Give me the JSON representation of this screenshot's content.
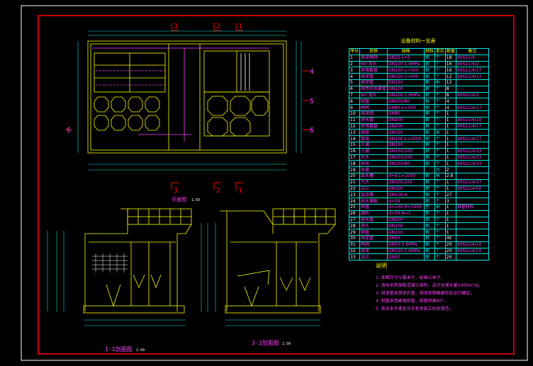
{
  "colors": {
    "background": "#000000",
    "frame": "#ff0000",
    "drawing_border": "#ffffff",
    "structure": "#ffff00",
    "dimension": "#00e5e5",
    "text": "#ff40ff",
    "annotation_white": "#ffffff",
    "section_mark": "#ff0000"
  },
  "plan": {
    "section_labels_top": [
      "3",
      "2",
      "1"
    ],
    "section_labels_bottom": [
      "3",
      "2",
      "1"
    ],
    "axis_labels_right": [
      "4",
      "5",
      "6"
    ],
    "axis_label_left": "6",
    "title": "平面图",
    "scale": "1:50"
  },
  "sections": [
    {
      "title": "1-1剖面图",
      "scale": "1:50"
    },
    {
      "title": "3-3剖面图",
      "scale": "1:50"
    }
  ],
  "table": {
    "title": "设备材料一览表",
    "headers": [
      "序号",
      "名称",
      "规格",
      "材料",
      "单位",
      "数量",
      "备注"
    ],
    "rows": [
      [
        "1",
        "排泥闸阀",
        "DN50 L=5",
        "钢",
        "个",
        "18",
        "90S21/4"
      ],
      [
        "2",
        "90°弯头",
        "DN150 1.6MPa",
        "钢",
        "个",
        "16",
        "90S21/4/2"
      ],
      [
        "3",
        "穿墙套管",
        "DN150 L=300",
        "钢",
        "个",
        "16",
        "90S21/4/17"
      ],
      [
        "4",
        "排泥管",
        "DN150 L=500",
        "钢",
        "个",
        "12",
        "90S21/4/17"
      ],
      [
        "5",
        "排泥管",
        "DN150",
        "钢",
        "米",
        "12",
        ""
      ],
      [
        "6",
        "刚性防水套管",
        "DN100",
        "钢",
        "个",
        "8",
        ""
      ],
      [
        "7",
        "90°弯头",
        "DN100 1.6MPa",
        "钢",
        "个",
        "8",
        "90S21/4/2"
      ],
      [
        "8",
        "短管",
        "DN100/80",
        "钢",
        "个",
        "4",
        ""
      ],
      [
        "9",
        "闸阀",
        "DN80 L=300",
        "钢",
        "个",
        "4",
        "90S21/4/17"
      ],
      [
        "10",
        "排泥阀",
        "DN80",
        "钢",
        "个",
        "1",
        ""
      ],
      [
        "11",
        "进水管",
        "DN200",
        "钢",
        "个",
        "1",
        "90S21/4/10"
      ],
      [
        "12",
        "穿墙套管",
        "DN200",
        "钢",
        "个",
        "1",
        "90S21/4/17"
      ],
      [
        "13",
        "钢管",
        "DN150",
        "钢",
        "米",
        "1",
        ""
      ],
      [
        "14",
        "管道",
        "DN100 L=2000",
        "钢",
        "个",
        "1",
        "90S21/4/17"
      ],
      [
        "15",
        "三通",
        "DN150",
        "钢",
        "个",
        "1",
        ""
      ],
      [
        "16",
        "三通",
        "DN150/100",
        "钢",
        "个",
        "1",
        "90S21/4/33"
      ],
      [
        "17",
        "大头",
        "DN150/100",
        "钢",
        "个",
        "1",
        "90S21/4/33"
      ],
      [
        "18",
        "异径",
        "DN150/80",
        "钢",
        "个",
        "1",
        "90S21/4/33"
      ],
      [
        "19",
        "水泵",
        "",
        "",
        "台",
        "2",
        ""
      ],
      [
        "20",
        "出水槽",
        "d=8 L=1000",
        "钢",
        "米",
        "2.6",
        ""
      ],
      [
        "21",
        "大头",
        "DN100/100",
        "钢",
        "个",
        "1",
        "90S21/4/37"
      ],
      [
        "22",
        "法兰",
        "DN100",
        "钢",
        "个",
        "1",
        "90S21/4/50"
      ],
      [
        "23",
        "溢流堰",
        "DN100-4",
        "钢",
        "个",
        "27",
        ""
      ],
      [
        "24",
        "出水堰板",
        "d=50",
        "钢",
        "个",
        "3",
        ""
      ],
      [
        "25",
        "斜管",
        "d=100 H=1000",
        "塑",
        "米",
        "1",
        "斜管材料"
      ],
      [
        "26",
        "填料",
        "d=50 N=1",
        "塑",
        "个",
        "1",
        ""
      ],
      [
        "27",
        "进水管",
        "DN200",
        "钢",
        "个",
        "1",
        ""
      ],
      [
        "28",
        "弯头",
        "DN100",
        "钢",
        "个",
        "1",
        ""
      ],
      [
        "29",
        "钢管",
        "DN150",
        "钢",
        "个",
        "1",
        ""
      ],
      [
        "30",
        "排泥管",
        "DN50",
        "钢",
        "个",
        "40",
        ""
      ],
      [
        "31",
        "闸阀",
        "DN50 1.6MPa",
        "钢",
        "个",
        "20",
        "90S21/4/10"
      ],
      [
        "32",
        "排泥",
        "DN150 1.6MPa",
        "钢",
        "个",
        "20",
        "90S21/4/10"
      ],
      [
        "33",
        "法兰",
        "DN50",
        "钢",
        "个",
        "20",
        ""
      ]
    ]
  },
  "notes": {
    "title": "说明",
    "lines": [
      "1. 本图尺寸以毫米计，标高以米计。",
      "2. 池体采用钢筋混凝土结构，设计处理水量1000m³/d。",
      "3. 排泥管采用穿孔管，排泥周期根据实际运行确定。",
      "4. 斜管采用蜂窝斜管，斜管倾角60°。",
      "5. 其余未尽事宜详见有关施工验收规范。"
    ]
  }
}
